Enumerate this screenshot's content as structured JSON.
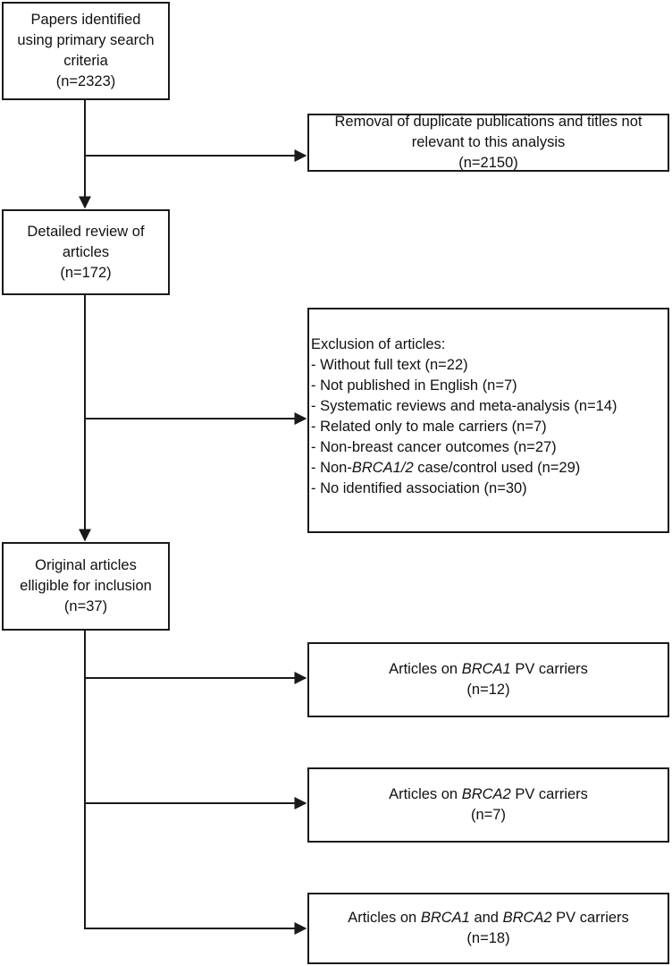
{
  "boxes": {
    "identified": {
      "lines": [
        "Papers identified",
        "using primary search",
        "criteria",
        "(n=2323)"
      ]
    },
    "duplicates": {
      "lines": [
        "Removal of duplicate publications and titles not",
        "relevant to this analysis",
        "(n=2150)"
      ]
    },
    "detailed_review": {
      "lines": [
        "Detailed review of",
        "articles",
        "(n=172)"
      ]
    },
    "exclusion": {
      "title": "Exclusion of articles:",
      "items": [
        "- Without full text (n=22)",
        "- Not published in English (n=7)",
        "- Systematic reviews and meta-analysis (n=14)",
        "- Related only to male carriers (n=7)",
        "- Non-breast cancer outcomes (n=27)",
        {
          "pre": "- Non-",
          "em": "BRCA1/2",
          "post": " case/control used (n=29)"
        },
        "- No identified association (n=30)"
      ]
    },
    "original": {
      "lines": [
        "Original articles",
        "elligible for inclusion",
        "(n=37)"
      ]
    },
    "brca1": {
      "pre": "Articles on ",
      "em": "BRCA1",
      "post": " PV carriers",
      "count": "(n=12)"
    },
    "brca2": {
      "pre": "Articles on ",
      "em": "BRCA2",
      "post": " PV carriers",
      "count": "(n=7)"
    },
    "both": {
      "pre": "Articles on ",
      "em1": "BRCA1",
      "mid": " and ",
      "em2": "BRCA2",
      "post": " PV carriers",
      "count": "(n=18)"
    }
  }
}
